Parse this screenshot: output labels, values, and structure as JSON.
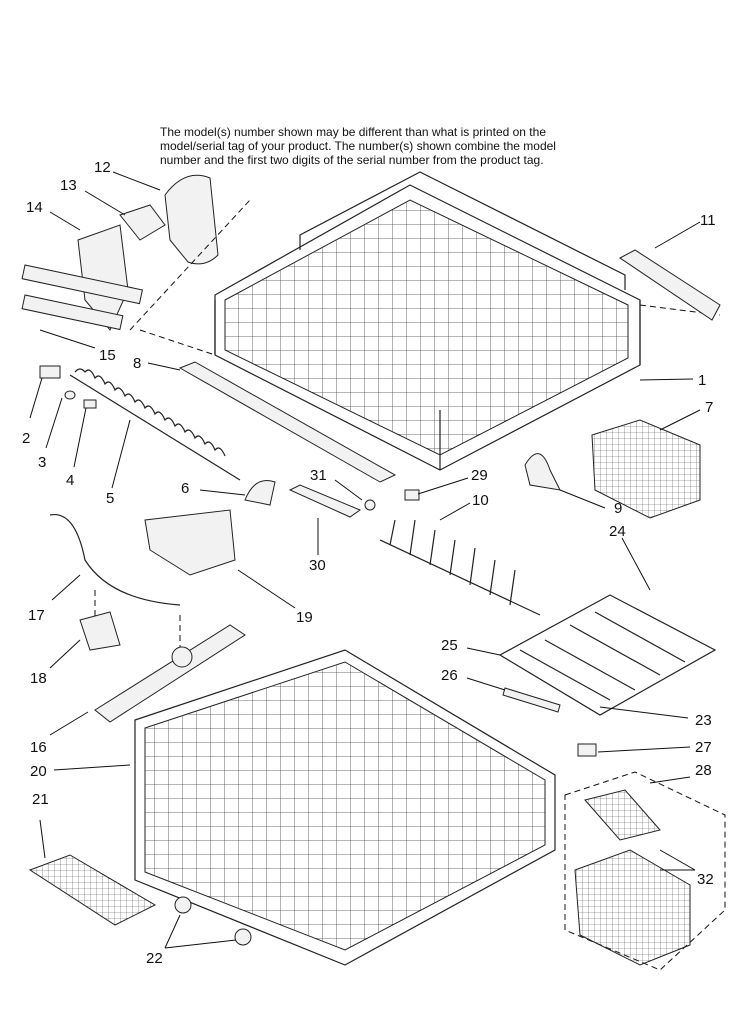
{
  "note": {
    "lines": [
      "The model(s) number shown may be different than what is printed on the",
      "model/serial tag of your product. The number(s) shown combine the model",
      "number and the first two digits of the serial number from the product tag."
    ]
  },
  "callouts": [
    "1",
    "2",
    "3",
    "4",
    "5",
    "6",
    "7",
    "8",
    "9",
    "10",
    "11",
    "12",
    "13",
    "14",
    "15",
    "16",
    "17",
    "18",
    "19",
    "20",
    "21",
    "22",
    "23",
    "24",
    "25",
    "26",
    "27",
    "28",
    "29",
    "30",
    "31",
    "32"
  ]
}
